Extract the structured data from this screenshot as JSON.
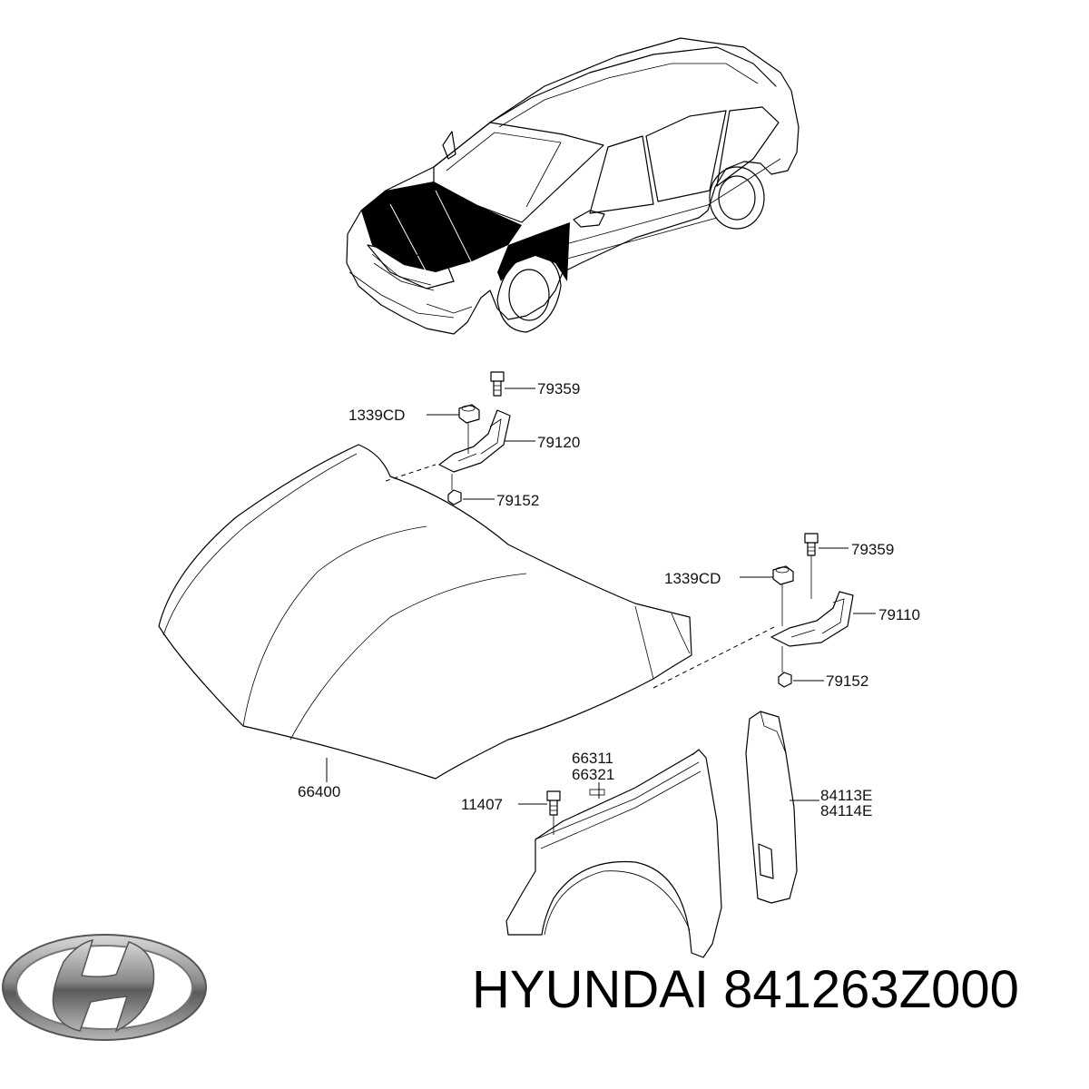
{
  "parts": {
    "bolt_top_left": "79359",
    "nut_left": "1339CD",
    "hinge_left": "79120",
    "bolt_low_left": "79152",
    "bolt_top_right": "79359",
    "nut_right": "1339CD",
    "hinge_right": "79110",
    "bolt_low_right": "79152",
    "hood": "66400",
    "fender_a": "66311",
    "fender_b": "66321",
    "fender_bolt": "11407",
    "liner_a": "84113E",
    "liner_b": "84114E"
  },
  "caption": {
    "brand": "HYUNDAI",
    "part_number": "841263Z000"
  },
  "icons": {
    "logo": "hyundai-logo-icon"
  }
}
